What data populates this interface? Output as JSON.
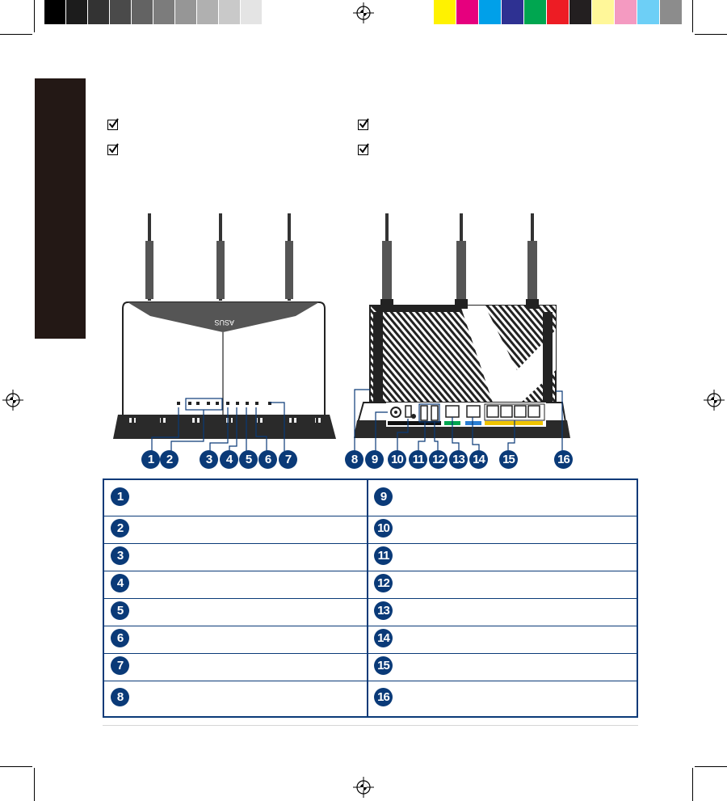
{
  "colors": {
    "tab": "#231815",
    "badge": "#0a3a78",
    "table_border": "#0a3a78"
  },
  "calibration_left": [
    "#000000",
    "#1c1c1c",
    "#333333",
    "#4a4a4a",
    "#636363",
    "#7c7c7c",
    "#969696",
    "#b0b0b0",
    "#c9c9c9",
    "#e4e4e4",
    "#ffffff"
  ],
  "calibration_right": [
    "#fff200",
    "#e6007e",
    "#00a0e9",
    "#2e3192",
    "#00a650",
    "#ed1c24",
    "#231f20",
    "#fff799",
    "#f49ac1",
    "#6dcff6",
    "#8c8c8c"
  ],
  "checklist": [
    {
      "icon": "checkbox-checked-icon"
    },
    {
      "icon": "checkbox-checked-icon"
    },
    {
      "icon": "checkbox-checked-icon"
    },
    {
      "icon": "checkbox-checked-icon"
    }
  ],
  "front_callouts": [
    "1",
    "2",
    "3",
    "4",
    "5",
    "6",
    "7"
  ],
  "back_callouts": [
    "8",
    "9",
    "10",
    "11",
    "12",
    "13",
    "14",
    "15",
    "16"
  ],
  "table": {
    "left": [
      "1",
      "2",
      "3",
      "4",
      "5",
      "6",
      "7",
      "8"
    ],
    "right": [
      "9",
      "10",
      "11",
      "12",
      "13",
      "14",
      "15",
      "16"
    ]
  }
}
